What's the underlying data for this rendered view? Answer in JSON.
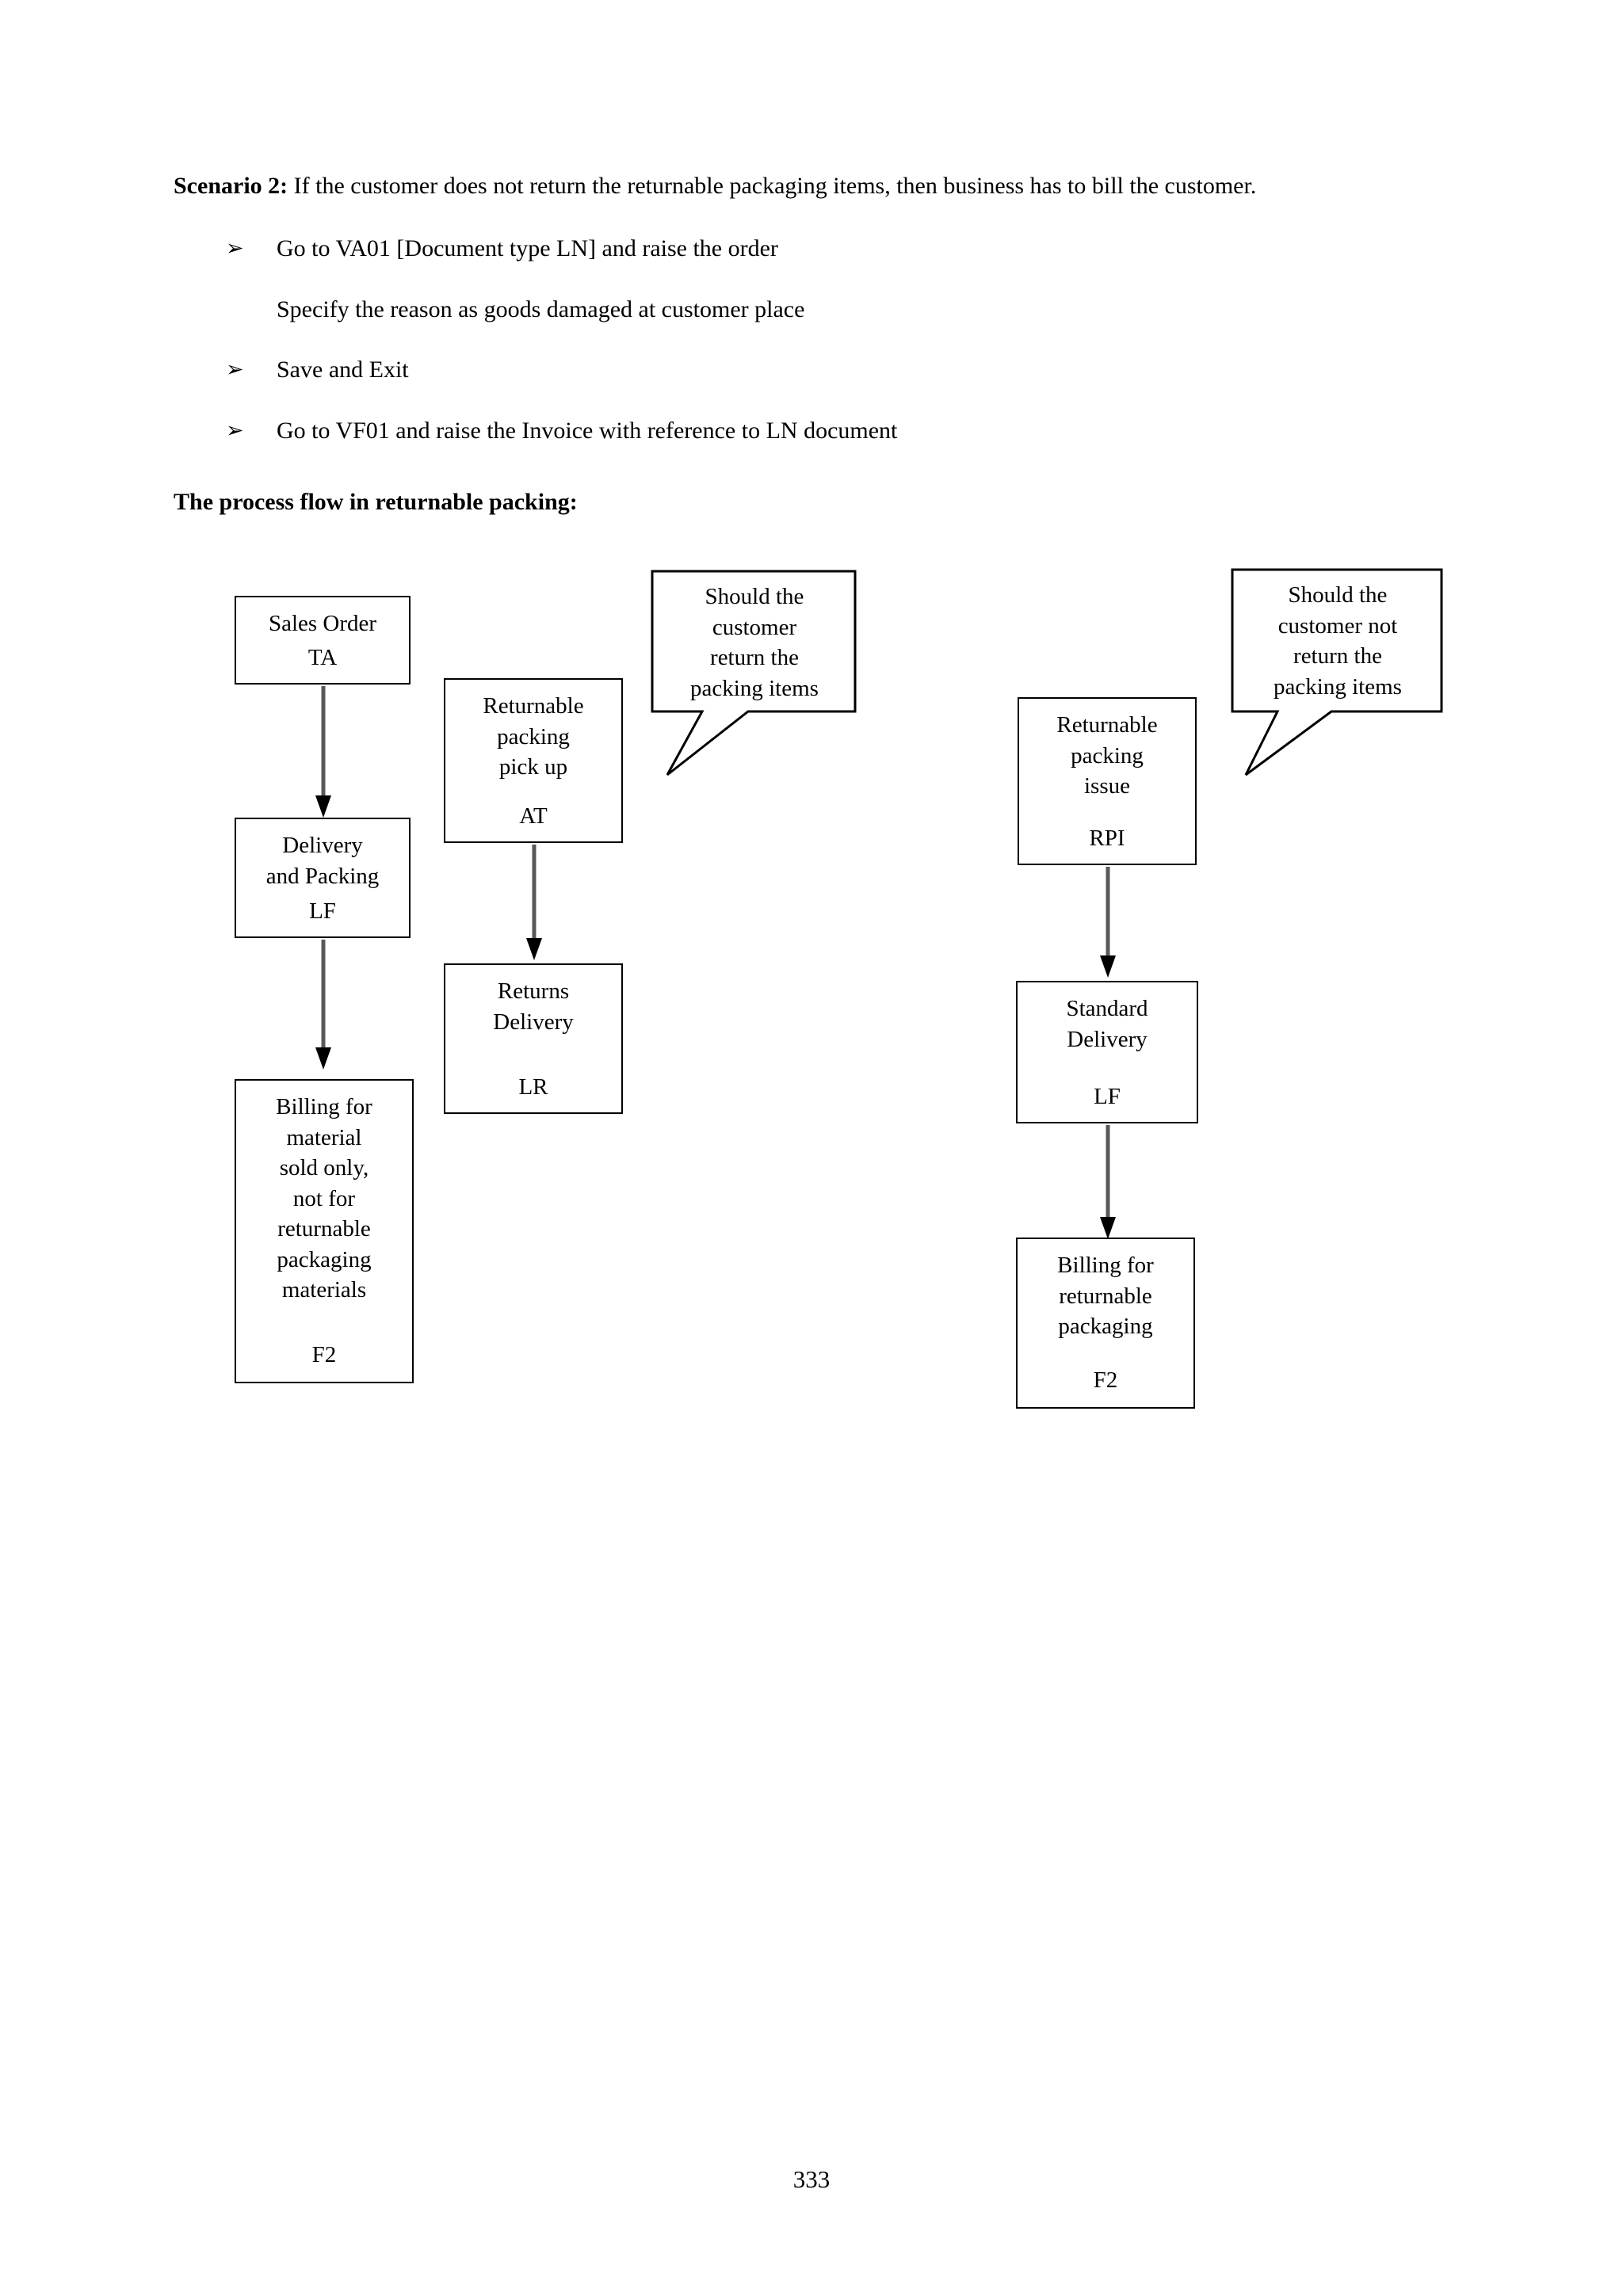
{
  "document": {
    "page_number": "333",
    "scenario": {
      "lead_label": "Scenario 2:",
      "body": " If the customer does not return the returnable packaging items, then business has to bill the customer."
    },
    "bullet_glyph": "➢",
    "bullets": [
      "Go to VA01 [Document type LN] and raise the order",
      "Save and Exit",
      "Go to VF01 and raise the Invoice with reference to LN document"
    ],
    "sub_line": "Specify the reason as goods damaged at customer place",
    "section_heading": "The process flow in returnable packing:"
  },
  "flowchart": {
    "border_color": "#000000",
    "arrow_shaft_color": "#595959",
    "arrow_head_color": "#000000",
    "nodes": [
      {
        "id": "sales-order",
        "title": "Sales Order",
        "code": "TA"
      },
      {
        "id": "delivery-packing",
        "title": "Delivery\nand Packing",
        "code": "LF"
      },
      {
        "id": "billing-material",
        "title": "Billing for\nmaterial\nsold only,\nnot for\nreturnable\npackaging\nmaterials",
        "code": "F2"
      },
      {
        "id": "returnable-pickup",
        "title": "Returnable\npacking\npick up",
        "code": "AT"
      },
      {
        "id": "returns-delivery",
        "title": "Returns\nDelivery",
        "code": "LR"
      },
      {
        "id": "returnable-issue",
        "title": "Returnable\npacking\nissue",
        "code": "RPI"
      },
      {
        "id": "standard-delivery",
        "title": "Standard\nDelivery",
        "code": "LF"
      },
      {
        "id": "billing-returnable",
        "title": "Billing for\nreturnable\npackaging",
        "code": "F2"
      }
    ],
    "callouts": [
      {
        "id": "callout-return",
        "text": "Should the\ncustomer\nreturn the\npacking items"
      },
      {
        "id": "callout-not-return",
        "text": "Should the\ncustomer not\nreturn the\npacking items"
      }
    ]
  }
}
